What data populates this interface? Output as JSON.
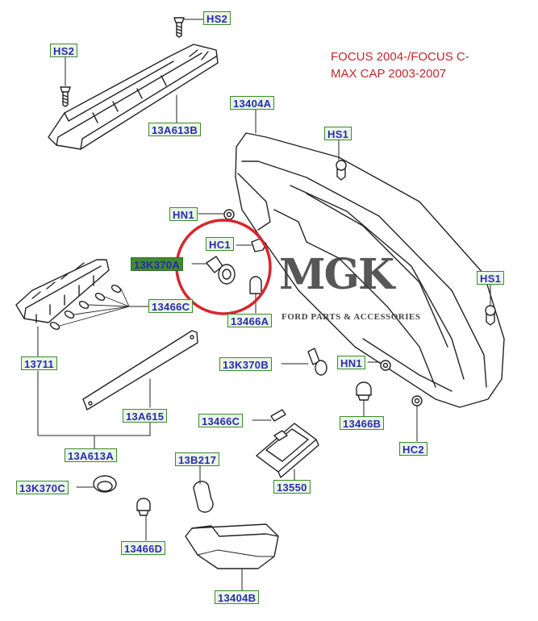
{
  "title": "FOCUS 2004-/FOCUS C-MAX CAP 2003-2007",
  "watermark": {
    "logo": "MGK",
    "subtitle": "FORD PARTS & ACCESSORIES"
  },
  "highlight_color": "#d7262e",
  "callout_color": "#3c8a2e",
  "callouts": [
    {
      "id": "hs2-top",
      "label": "HS2"
    },
    {
      "id": "hs2-left",
      "label": "HS2"
    },
    {
      "id": "13a613b",
      "label": "13A613B"
    },
    {
      "id": "13404a",
      "label": "13404A"
    },
    {
      "id": "hs1-top",
      "label": "HS1"
    },
    {
      "id": "hn1-a",
      "label": "HN1"
    },
    {
      "id": "hc1",
      "label": "HC1"
    },
    {
      "id": "13k370a",
      "label": "13K370A",
      "highlighted": true
    },
    {
      "id": "13466c-a",
      "label": "13466C"
    },
    {
      "id": "13466a",
      "label": "13466A"
    },
    {
      "id": "hs1-right",
      "label": "HS1"
    },
    {
      "id": "13711",
      "label": "13711"
    },
    {
      "id": "13k370b",
      "label": "13K370B"
    },
    {
      "id": "hn1-b",
      "label": "HN1"
    },
    {
      "id": "13a615",
      "label": "13A615"
    },
    {
      "id": "13466c-b",
      "label": "13466C"
    },
    {
      "id": "13466b",
      "label": "13466B"
    },
    {
      "id": "hc2",
      "label": "HC2"
    },
    {
      "id": "13a613a",
      "label": "13A613A"
    },
    {
      "id": "13b217",
      "label": "13B217"
    },
    {
      "id": "13550",
      "label": "13550"
    },
    {
      "id": "13k370c",
      "label": "13K370C"
    },
    {
      "id": "13466d",
      "label": "13466D"
    },
    {
      "id": "13404b",
      "label": "13404B"
    }
  ]
}
